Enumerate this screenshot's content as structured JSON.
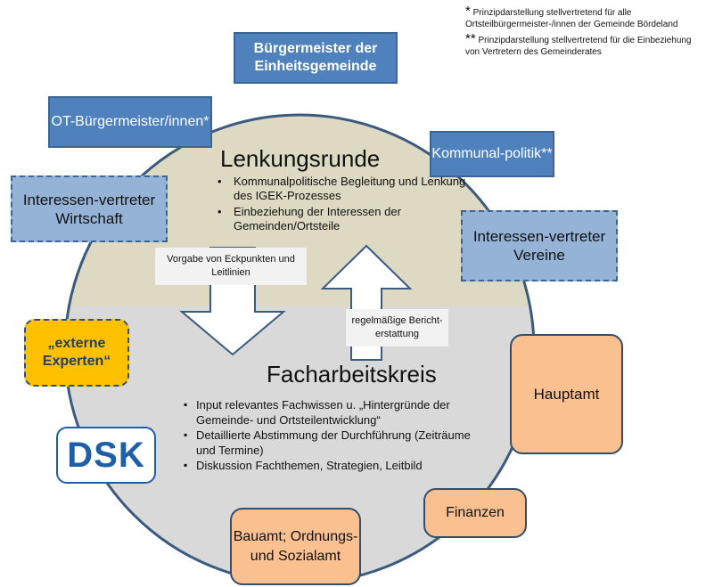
{
  "notes": [
    {
      "marker": "*",
      "text": "Prinzipdarstellung stellvertretend für alle Ortsteilbürgermeister-/innen der Gemeinde Bördeland"
    },
    {
      "marker": "**",
      "text": "Prinzipdarstellung stellvertretend für die Einbeziehung von Vertretern des  Gemeinderates"
    }
  ],
  "lenkungsrunde": {
    "title": "Lenkungsrunde",
    "bullets": [
      "Kommunalpolitische Begleitung und Lenkung des IGEK-Prozesses",
      "Einbeziehung der Interessen der Gemeinden/Ortsteile"
    ]
  },
  "facharbeitskreis": {
    "title": "Facharbeitskreis",
    "bullets": [
      "Input relevantes Fachwissen u. „Hintergründe der Gemeinde- und Ortsteilentwicklung“",
      "Detaillierte Abstimmung der Durchführung (Zeiträume und Termine)",
      "Diskussion Fachthemen, Strategien, Leitbild"
    ]
  },
  "boxes": {
    "buergermeister": "Bürgermeister der Einheitsgemeinde",
    "ot_buergermeister": "OT-Bürgermeister/innen*",
    "kommunalpolitik": "Kommunal-politik**",
    "interessen_wirtschaft": "Interessen-vertreter Wirtschaft",
    "interessen_vereine": "Interessen-vertreter Vereine",
    "externe_experten": "„externe Experten“",
    "hauptamt": "Hauptamt",
    "finanzen": "Finanzen",
    "bauamt": "Bauamt; Ordnungs- und Sozialamt",
    "dsk_logo": "DSK"
  },
  "arrows": {
    "down_label": "Vorgabe von Eckpunkten und Leitlinien",
    "up_label": "regelmäßige Bericht-erstattung"
  },
  "colors": {
    "upper_circle": "#ddd9c3",
    "lower_circle": "#d9d9d9",
    "blue_box": "#4f81bd",
    "light_blue_box": "#95b3d7",
    "orange_box": "#fac090",
    "yellow_box": "#ffc000",
    "dsk_blue": "#1f5fa8"
  }
}
